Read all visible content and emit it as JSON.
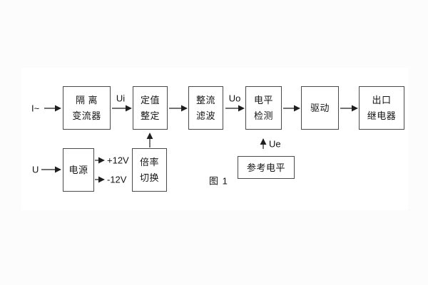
{
  "figure": {
    "caption": "图 1"
  },
  "colors": {
    "line": "#1f1f1f",
    "box_border": "#4a4a4a",
    "background": "#fcfcfc"
  },
  "blocks": {
    "isolation_transformer": {
      "line1": "隔 离",
      "line2": "变流器"
    },
    "setpoint_setting": {
      "line1": "定值",
      "line2": "整定"
    },
    "rectifier_filter": {
      "line1": "整流",
      "line2": "滤波"
    },
    "level_detection": {
      "line1": "电平",
      "line2": "检测"
    },
    "driver": {
      "line1": "驱动"
    },
    "output_relay": {
      "line1": "出口",
      "line2": "继电器"
    },
    "power_supply": {
      "line1": "电源"
    },
    "ratio_switch": {
      "line1": "倍率",
      "line2": "切换"
    },
    "reference_level": {
      "line1": "参考电平"
    }
  },
  "labels": {
    "input_current": "I~",
    "signal_ui": "Ui",
    "signal_uo": "Uo",
    "input_voltage": "U",
    "rail_positive": "+12V",
    "rail_negative": "-12V",
    "signal_ue": "Ue"
  }
}
